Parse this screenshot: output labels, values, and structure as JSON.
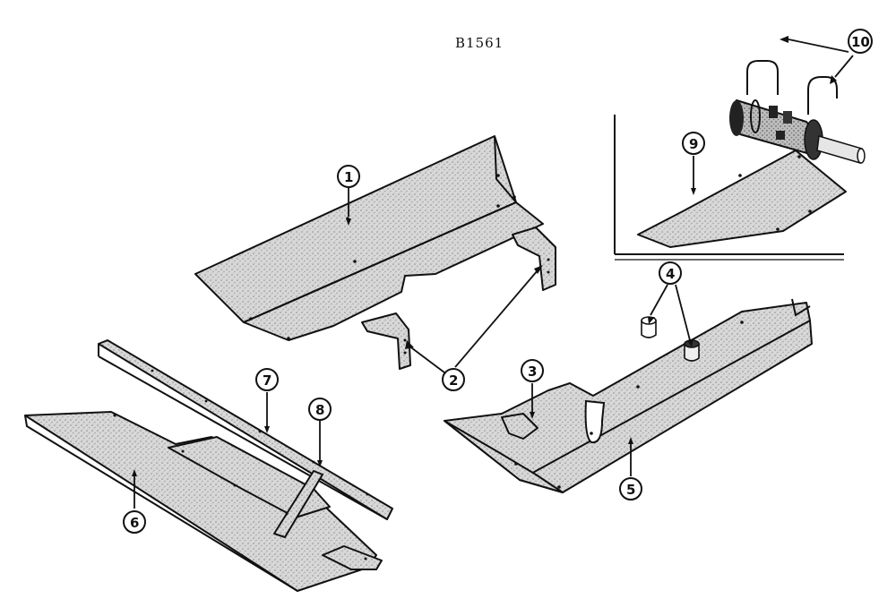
{
  "figure": {
    "code": "B1561"
  },
  "callouts": [
    {
      "id": "1",
      "label": "1"
    },
    {
      "id": "2",
      "label": "2"
    },
    {
      "id": "3",
      "label": "3"
    },
    {
      "id": "4",
      "label": "4"
    },
    {
      "id": "5",
      "label": "5"
    },
    {
      "id": "6",
      "label": "6"
    },
    {
      "id": "7",
      "label": "7"
    },
    {
      "id": "8",
      "label": "8"
    },
    {
      "id": "9",
      "label": "9"
    },
    {
      "id": "10",
      "label": "10"
    }
  ]
}
